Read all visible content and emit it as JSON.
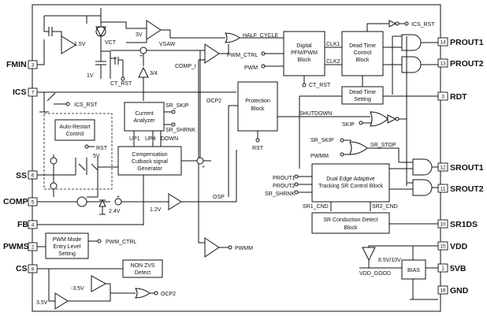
{
  "pins": {
    "fmin": {
      "label": "FMIN",
      "num": "3"
    },
    "ics": {
      "label": "ICS",
      "num": "7"
    },
    "ss": {
      "label": "SS",
      "num": "6"
    },
    "comp": {
      "label": "COMP",
      "num": "5"
    },
    "fb": {
      "label": "FB",
      "num": "4"
    },
    "pwms": {
      "label": "PWMS",
      "num": "2"
    },
    "cs": {
      "label": "CS",
      "num": "8"
    },
    "prout1": {
      "label": "PROUT1",
      "num": "14"
    },
    "prout2": {
      "label": "PROUT2",
      "num": "13"
    },
    "rdt": {
      "label": "RDT",
      "num": "3"
    },
    "srout1": {
      "label": "SROUT1",
      "num": "12"
    },
    "srout2": {
      "label": "SROUT2",
      "num": "11"
    },
    "sr1ds": {
      "label": "SR1DS",
      "num": "10"
    },
    "vdd": {
      "label": "VDD",
      "num": "15"
    },
    "fivevb": {
      "label": "5VB",
      "num": "1"
    },
    "gnd": {
      "label": "GND",
      "num": "16"
    }
  },
  "blocks": {
    "pfm": [
      "Digital",
      "PFM/PWM",
      "Block"
    ],
    "deadtime_ctrl": [
      "Dead Time",
      "Control",
      "Block"
    ],
    "deadtime_set": [
      "Dead Time",
      "Setting"
    ],
    "protection": [
      "Protection",
      "Block"
    ],
    "current_analyzer": [
      "Current",
      "Analyzer"
    ],
    "autorestart": [
      "Auto-Restart",
      "Control"
    ],
    "compensation": [
      "Compensation",
      "Cutback signal",
      "Generator"
    ],
    "sr_control": [
      "Dual Edge Adaptive",
      "Tracking SR Control Block"
    ],
    "sr_conduction": [
      "SR Conduction Detect",
      "Block"
    ],
    "pwm_mode": [
      "PWM Mode",
      "Entry Level",
      "Setting"
    ],
    "non_zvs": [
      "NON ZVS",
      "Detect"
    ],
    "bias": "BIAS"
  },
  "signals": {
    "ics_rst": "ICS_RST",
    "half_cycle": "HALF_CYCLE",
    "pwm_ctrl": "PWM_CTRL",
    "pwm": "PWM",
    "clk1": "CLK1",
    "clk2": "CLK2",
    "ct_rst": "CT_RST",
    "comp_i": "COMP_I",
    "vsaw": "VSAW",
    "vct": "VCT",
    "ocp2": "OCP2",
    "rst": "RST",
    "sr_skip": "SR_SKIP",
    "sr_shrnk": "SR_SHRNK",
    "up1": "UP1",
    "up4": "UP4",
    "down": "DOWN",
    "shutdown": "SHUTDOWN",
    "skip": "SKIP",
    "sr_stop": "SR_STOP",
    "pwmm": "PWMM",
    "prout1": "PROUT1",
    "prout2": "PROUT2",
    "sr1_cnd": "SR1_CND",
    "sr2_cnd": "SR2_CND",
    "osp": "OSP",
    "vdd_good": "VDD_GOOD"
  },
  "values": {
    "v15": "1.5V",
    "v3": "3V",
    "v1": "1V",
    "ratio": "3/4",
    "v5": "5V",
    "v24": "2.4V",
    "v12": "1.2V",
    "vneg35": "-3.5V",
    "v35": "3.5V",
    "vdd_th": "8.5V/10V"
  }
}
